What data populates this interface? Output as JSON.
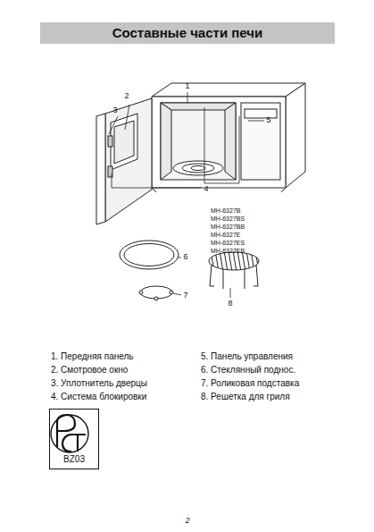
{
  "diagram": {
    "title": "Составные части печи",
    "nodes": [
      {
        "text": [
          "BZ03"
        ]
      }
    ],
    "edges": [],
    "labels": [
      "1",
      "2",
      "3",
      "5",
      "4",
      "6",
      "7",
      "8",
      "MH-6327B",
      "MH-6327BS",
      "MH-6327BB",
      "MH-6327E",
      "MH-6327ES",
      "MH-6327EB",
      "1. Передняя панель",
      "2. Смотровое окно",
      "3. Уплотнитель дверцы",
      "4. Система блокировки",
      "5. Панель управления",
      "6. Стеклянный поднос.",
      "7. Роликовая подставка",
      "8. Решетка для гриля",
      "2"
    ]
  }
}
